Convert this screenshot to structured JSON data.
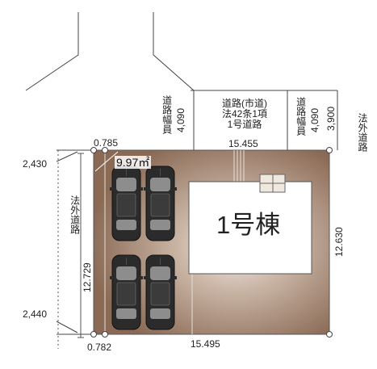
{
  "road": {
    "title_line1": "道路(市道)",
    "title_line2": "法42条1項",
    "title_line3": "1号道路",
    "left_width_label": "道路幅員",
    "left_width_value": "4,090",
    "right_width_label": "道路幅員",
    "right_width_value": "4,090",
    "frontage": "15.455"
  },
  "right_road": {
    "label": "法外道路",
    "width": "3,900"
  },
  "left_road": {
    "label": "法外道路",
    "side_length": "12.729",
    "top_offset": "2,430",
    "bottom_offset": "2,440"
  },
  "lot": {
    "top_corner_value": "0.785",
    "bottom_corner_value": "0.782",
    "bottom_length": "15.495",
    "right_length": "12.630",
    "corner_area": "9.97㎡"
  },
  "building": {
    "label": "1号棟"
  },
  "parking": {
    "car_count": 4
  },
  "colors": {
    "lot_fill": "#8a6a55",
    "lot_highlight": "#f3ece6",
    "building_fill": "#ffffff",
    "car_body": "#2b2b2b",
    "line": "#444444"
  }
}
